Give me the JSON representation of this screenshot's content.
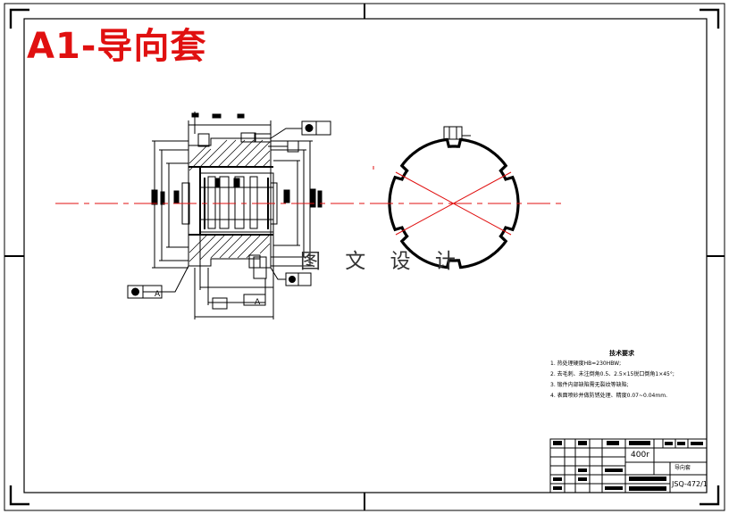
{
  "title": "A1-导向套",
  "watermark": "图 文 设 计",
  "colors": {
    "title": "#e01010",
    "centerline": "#e01010",
    "line": "#000000",
    "hatch": "#000000"
  },
  "datum_label": "A",
  "technical_requirements": {
    "heading": "技术要求",
    "items": [
      "1. 热处理硬度HB=230HBW;",
      "2. 去毛刺、未注倒角0.5、2.5×15锐口倒角1×45°;",
      "3. 锻件内部缺陷需无裂纹等缺陷;",
      "4. 表面喷砂并做防锈处理、精度0.07~0.04mm."
    ]
  },
  "title_block": {
    "scale": "400r",
    "part_name": "导向套",
    "drawing_number": "JSQ-472/1"
  }
}
